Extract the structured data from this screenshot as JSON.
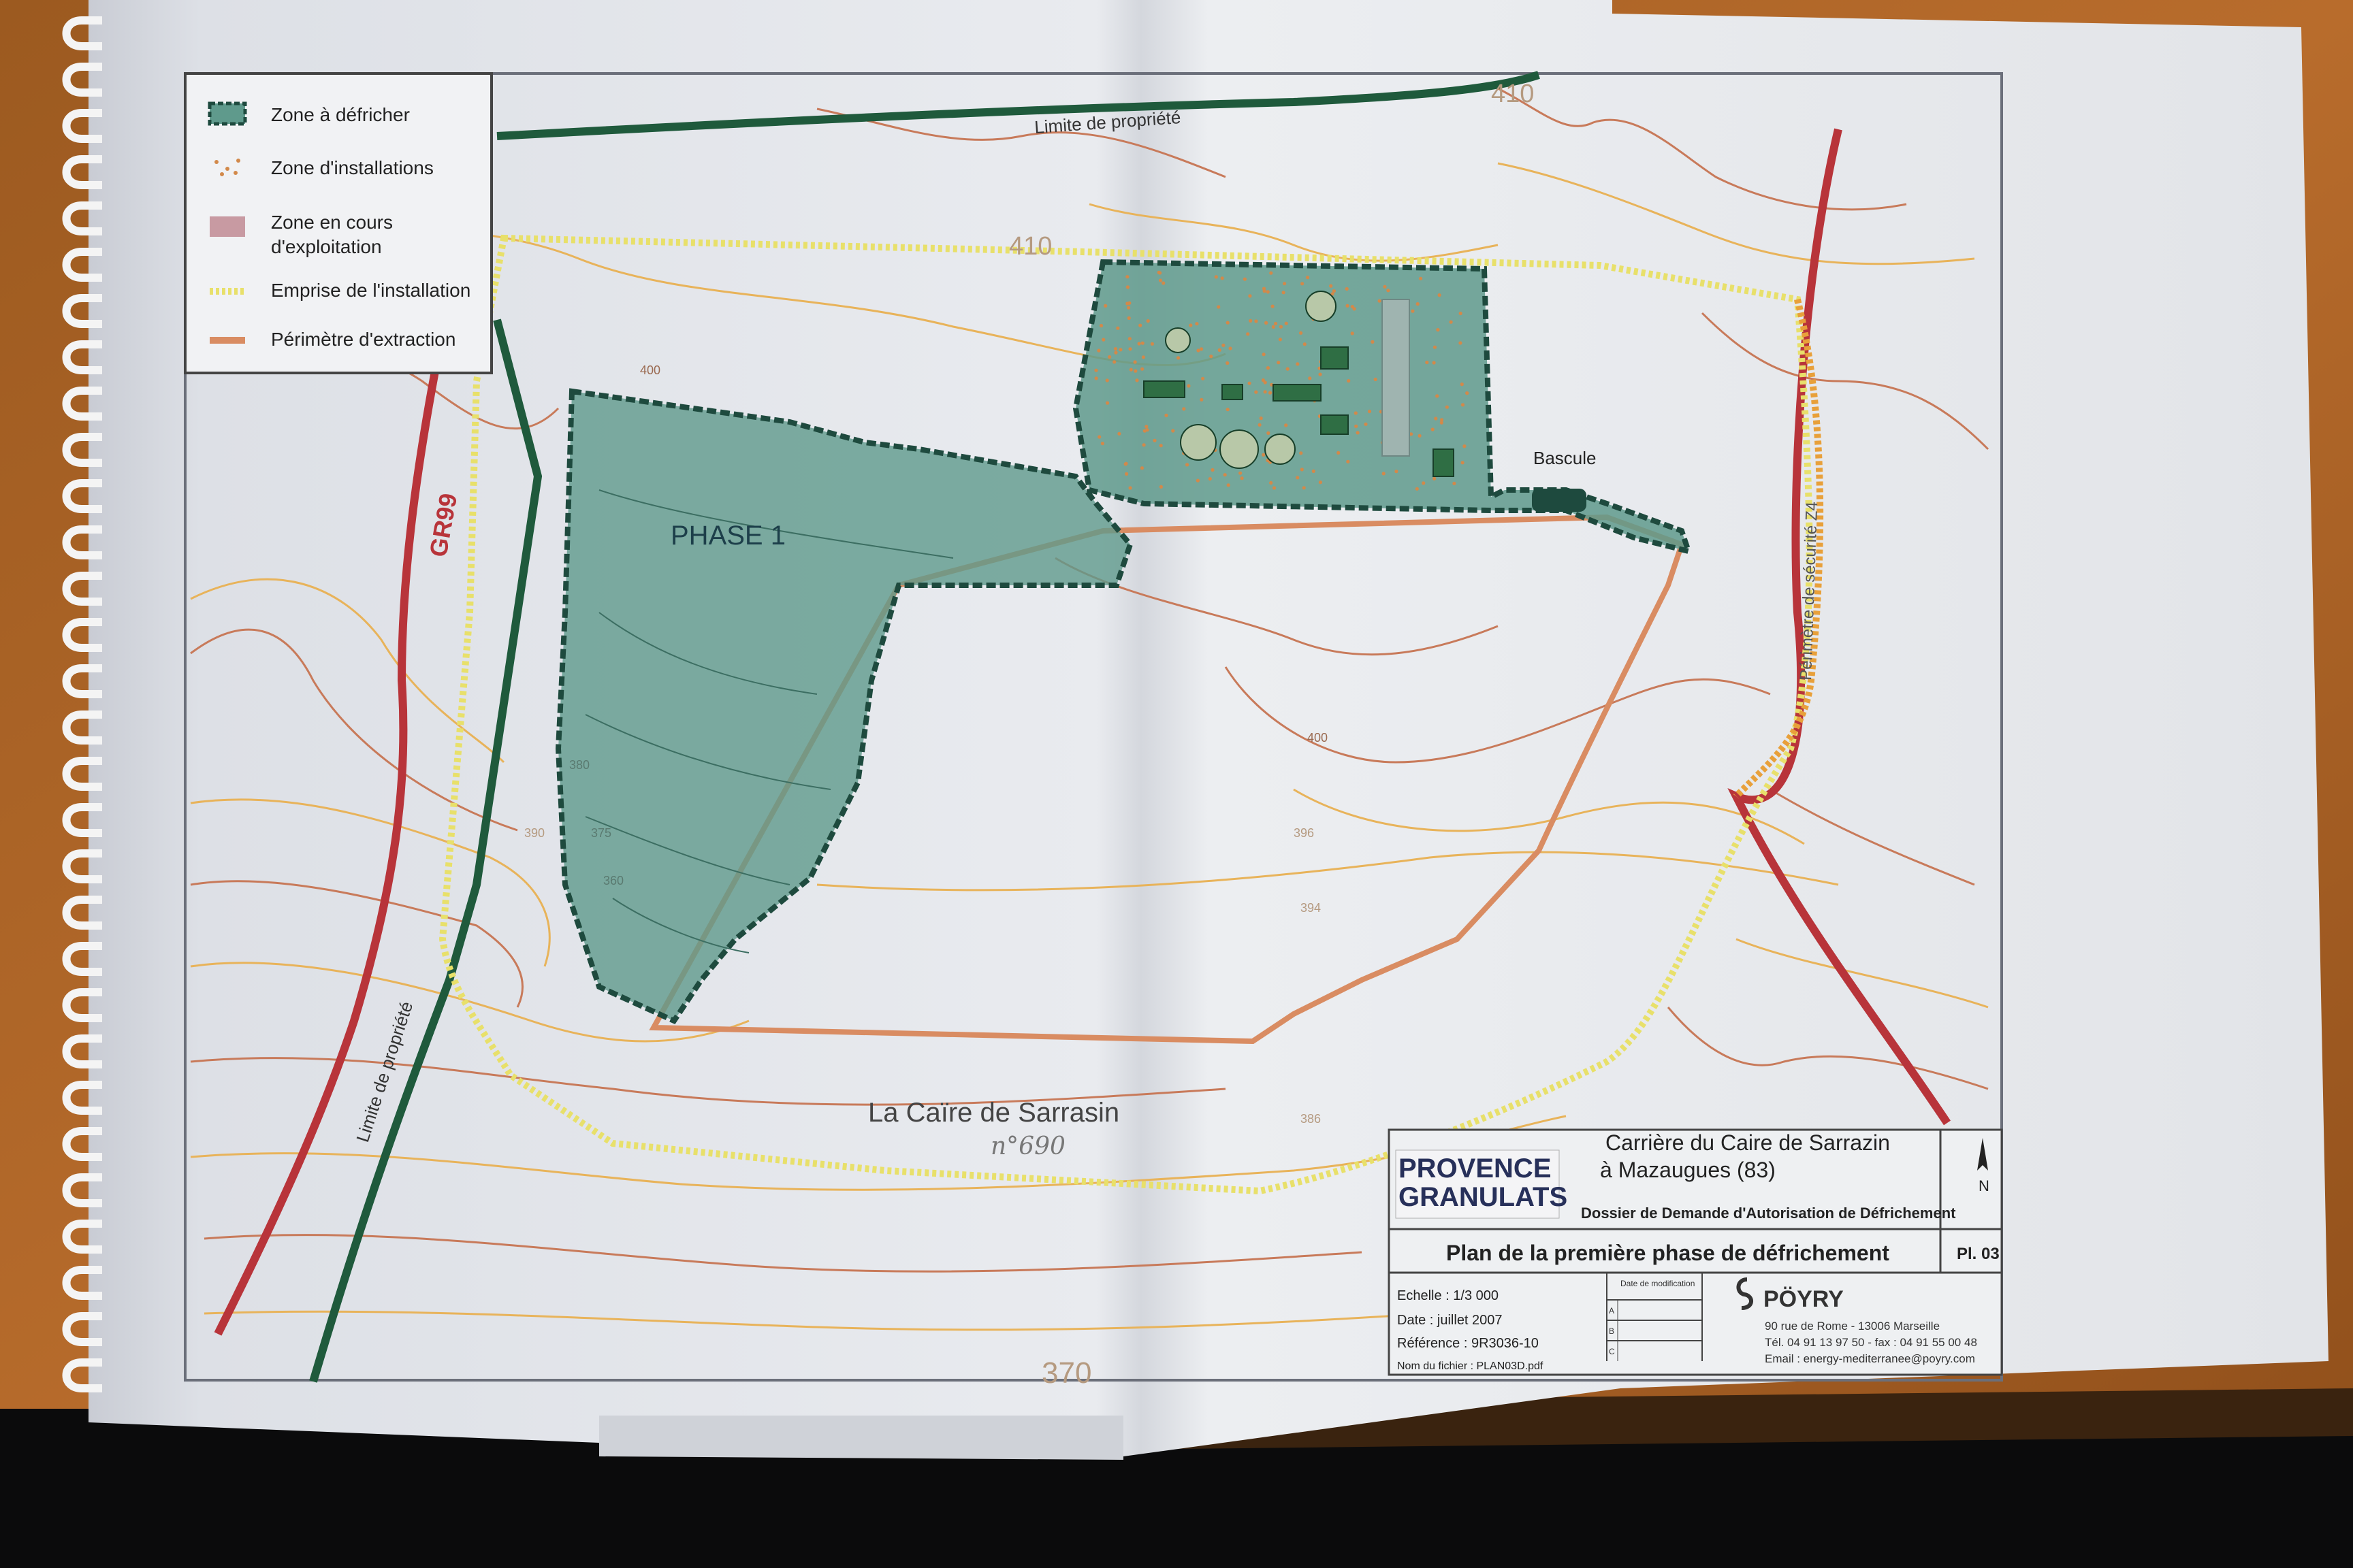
{
  "legend": {
    "items": [
      {
        "icon": "dashed-green-area-swatch",
        "label": "Zone à défricher"
      },
      {
        "icon": "dotted-orange-swatch",
        "label": "Zone d'installations"
      },
      {
        "icon": "pink-area-swatch",
        "label_lines": [
          "Zone en cours",
          "d'exploitation"
        ]
      },
      {
        "icon": "dotted-yellow-line-swatch",
        "label": "Emprise de l'installation"
      },
      {
        "icon": "orange-line-swatch",
        "label": "Périmètre d'extraction"
      }
    ]
  },
  "map": {
    "labels": {
      "phase": "PHASE 1",
      "place": "La Caïre de Sarrasin",
      "handwritten": "n°690",
      "bascule": "Bascule",
      "limite_top": "Limite de propriété",
      "limite_left": "Limite de propriété",
      "trail": "GR99",
      "security": "Périmètre de sécurité Z4"
    },
    "contours": {
      "c410_top": "410",
      "c410_mid": "410",
      "c370_bottom": "370",
      "c400_a": "400",
      "c400_b": "400",
      "c396": "396",
      "c394": "394",
      "c390": "390",
      "c386": "386",
      "c380": "380",
      "c375": "375",
      "c360": "360"
    },
    "colors": {
      "zone_fill": "#5f9a8c",
      "zone_border": "#1e4a3e",
      "property_line": "#1f5a3c",
      "trail_line": "#b8343a",
      "extraction_line": "#d98c62",
      "emprise_line": "#e8e06a",
      "contour_a": "#e8b35a",
      "contour_b": "#c87a5a"
    }
  },
  "titleblock": {
    "company_line1": "PROVENCE",
    "company_line2": "GRANULATS",
    "project_line1": "Carrière du Caire de Sarrazin",
    "project_line2": "à Mazaugues (83)",
    "dossier": "Dossier de Demande d'Autorisation de Défrichement",
    "north": "N",
    "plan_title": "Plan de la première phase de défrichement",
    "plan_number": "Pl. 03",
    "echelle": "Echelle : 1/3 000",
    "date": "Date : juillet 2007",
    "reference": "Référence : 9R3036-10",
    "filename": "Nom du fichier : PLAN03D.pdf",
    "modif_header": "Date de modification",
    "modif_rows": [
      "A",
      "B",
      "C"
    ],
    "engineer": "PÖYRY",
    "address": "90 rue de Rome - 13006 Marseille",
    "phone": "Tél. 04 91 13 97 50 - fax : 04 91 55 00 48",
    "email": "Email : energy-mediterranee@poyry.com"
  }
}
